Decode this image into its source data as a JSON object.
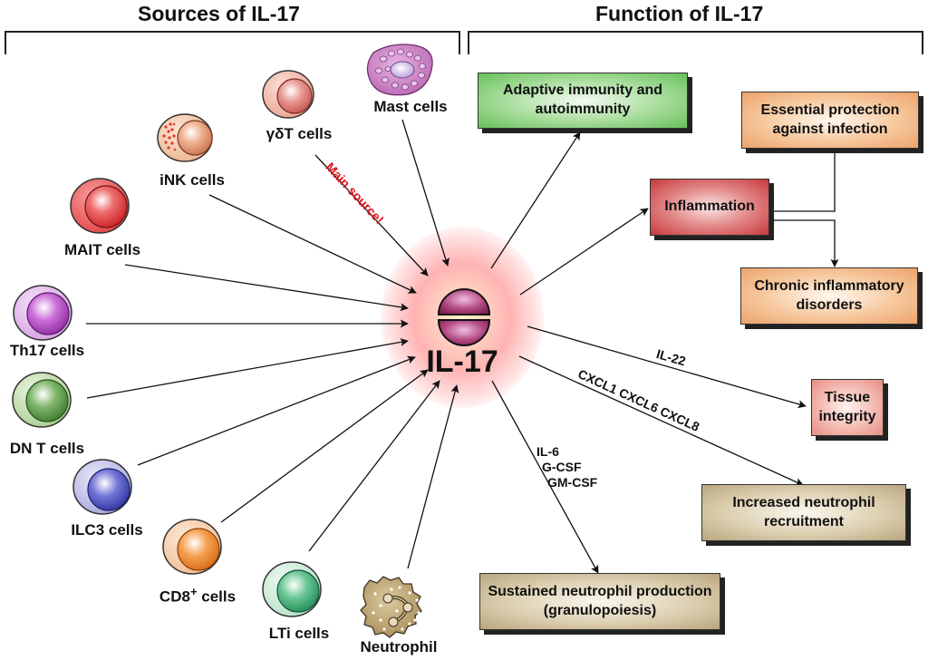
{
  "titles": {
    "sources": "Sources of IL-17",
    "function": "Function of IL-17"
  },
  "center": {
    "label": "IL-17",
    "icon": "il17-molecule-icon"
  },
  "main_source_note": "Main source!",
  "sources": [
    {
      "id": "mast",
      "label": "Mast cells",
      "icon": "mast-cell-icon"
    },
    {
      "id": "gdt",
      "label": "γδT cells",
      "icon": "gamma-delta-t-cell-icon"
    },
    {
      "id": "ink",
      "label": "iNK cells",
      "icon": "ink-cell-icon"
    },
    {
      "id": "mait",
      "label": "MAIT cells",
      "icon": "mait-cell-icon"
    },
    {
      "id": "th17",
      "label": "Th17 cells",
      "icon": "th17-cell-icon"
    },
    {
      "id": "dnt",
      "label": "DN T cells",
      "icon": "dn-t-cell-icon"
    },
    {
      "id": "ilc3",
      "label": "ILC3 cells",
      "icon": "ilc3-cell-icon"
    },
    {
      "id": "cd8",
      "label": "CD8",
      "label_sup": "+",
      "label_suffix": " cells",
      "icon": "cd8-cell-icon"
    },
    {
      "id": "lti",
      "label": "LTi cells",
      "icon": "lti-cell-icon"
    },
    {
      "id": "neutrophil",
      "label": "Neutrophil",
      "icon": "neutrophil-icon"
    }
  ],
  "functions": [
    {
      "id": "adaptive",
      "label": "Adaptive immunity and autoimmunity"
    },
    {
      "id": "protection",
      "label": "Essential protection against infection"
    },
    {
      "id": "inflammation",
      "label": "Inflammation"
    },
    {
      "id": "chronic",
      "label": "Chronic inflammatory disorders"
    },
    {
      "id": "tissue",
      "label": "Tissue integrity"
    },
    {
      "id": "recruitment",
      "label": "Increased neutrophil recruitment"
    },
    {
      "id": "granulopoiesis",
      "label": "Sustained neutrophil production (granulopoiesis)"
    }
  ],
  "edge_labels": {
    "il22": "IL-22",
    "cxcl": "CXCL1 CXCL6 CXCL8",
    "cytokines": [
      "IL-6",
      "G-CSF",
      "GM-CSF"
    ]
  },
  "colors": {
    "main_source": "#e0141c",
    "adaptive_box": "#7ccb6e",
    "orange_box": "#f2b888",
    "inflammation_box": "#d44c50",
    "tissue_box": "#eea49a",
    "tan_box": "#cbbb93"
  }
}
